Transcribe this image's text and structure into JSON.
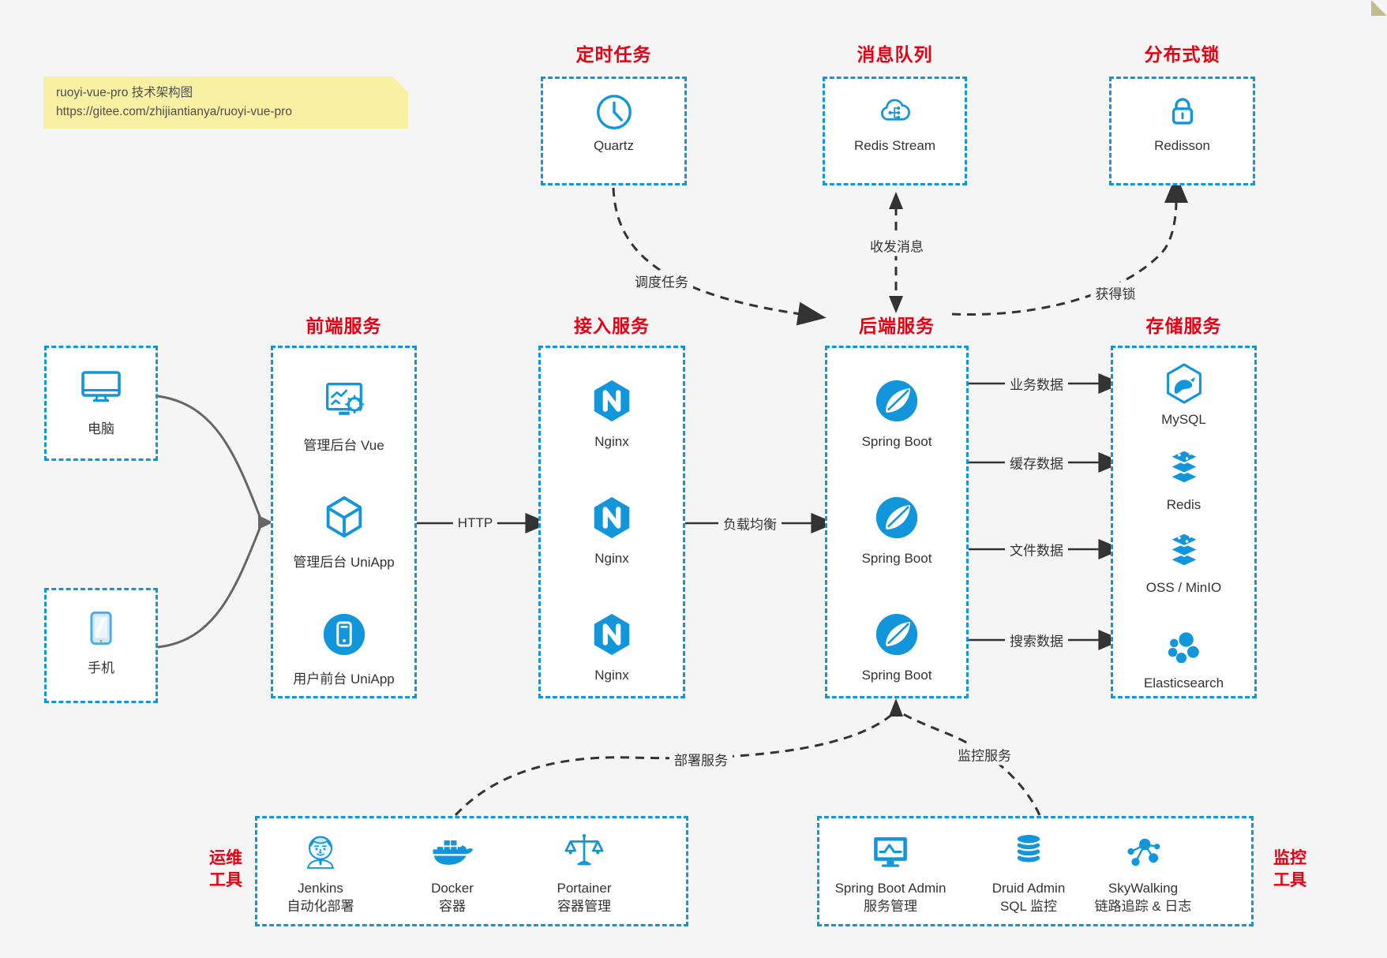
{
  "note": {
    "line1": "ruoyi-vue-pro 技术架构图",
    "line2": "https://gitee.com/zhijiantianya/ruoyi-vue-pro"
  },
  "palette": {
    "accent_blue": "#1296db",
    "title_red": "#e60012",
    "text_dark": "#333333",
    "arrow_dark": "#333333",
    "curve_gray": "#666666",
    "note_bg": "#f8f0a3",
    "canvas_bg": "#f5f5f6"
  },
  "top_services": [
    {
      "title": "定时任务",
      "item_label": "Quartz",
      "icon": "clock-icon"
    },
    {
      "title": "消息队列",
      "item_label": "Redis Stream",
      "icon": "cloud-stream-icon"
    },
    {
      "title": "分布式锁",
      "item_label": "Redisson",
      "icon": "lock-icon"
    }
  ],
  "clients": [
    {
      "label": "电脑",
      "icon": "desktop-icon"
    },
    {
      "label": "手机",
      "icon": "mobile-icon"
    }
  ],
  "columns": [
    {
      "title": "前端服务",
      "items": [
        {
          "label": "管理后台 Vue",
          "icon": "admin-vue-icon"
        },
        {
          "label": "管理后台 UniApp",
          "icon": "uniapp-cube-icon"
        },
        {
          "label": "用户前台 UniApp",
          "icon": "user-app-icon"
        }
      ]
    },
    {
      "title": "接入服务",
      "items": [
        {
          "label": "Nginx",
          "icon": "nginx-icon"
        },
        {
          "label": "Nginx",
          "icon": "nginx-icon"
        },
        {
          "label": "Nginx",
          "icon": "nginx-icon"
        }
      ]
    },
    {
      "title": "后端服务",
      "items": [
        {
          "label": "Spring Boot",
          "icon": "spring-boot-icon"
        },
        {
          "label": "Spring Boot",
          "icon": "spring-boot-icon"
        },
        {
          "label": "Spring Boot",
          "icon": "spring-boot-icon"
        }
      ]
    },
    {
      "title": "存储服务",
      "items": [
        {
          "label": "MySQL",
          "icon": "mysql-icon"
        },
        {
          "label": "Redis",
          "icon": "redis-stack-icon"
        },
        {
          "label": "OSS / MinIO",
          "icon": "oss-stack-icon"
        },
        {
          "label": "Elasticsearch",
          "icon": "elasticsearch-icon"
        }
      ]
    }
  ],
  "bottom_groups": [
    {
      "side_label_line1": "运维",
      "side_label_line2": "工具",
      "items": [
        {
          "label": "Jenkins",
          "sublabel": "自动化部署",
          "icon": "jenkins-icon"
        },
        {
          "label": "Docker",
          "sublabel": "容器",
          "icon": "docker-icon"
        },
        {
          "label": "Portainer",
          "sublabel": "容器管理",
          "icon": "portainer-icon"
        }
      ]
    },
    {
      "side_label_line1": "监控",
      "side_label_line2": "工具",
      "items": [
        {
          "label": "Spring Boot Admin",
          "sublabel": "服务管理",
          "icon": "spring-boot-admin-icon"
        },
        {
          "label": "Druid Admin",
          "sublabel": "SQL 监控",
          "icon": "druid-icon"
        },
        {
          "label": "SkyWalking",
          "sublabel": "链路追踪 & 日志",
          "icon": "skywalking-icon"
        }
      ]
    }
  ],
  "edge_labels": {
    "http": "HTTP",
    "load_balance": "负载均衡",
    "schedule": "调度任务",
    "message": "收发消息",
    "lock": "获得锁",
    "business_data": "业务数据",
    "cache_data": "缓存数据",
    "file_data": "文件数据",
    "search_data": "搜索数据",
    "deploy": "部署服务",
    "monitor": "监控服务"
  }
}
